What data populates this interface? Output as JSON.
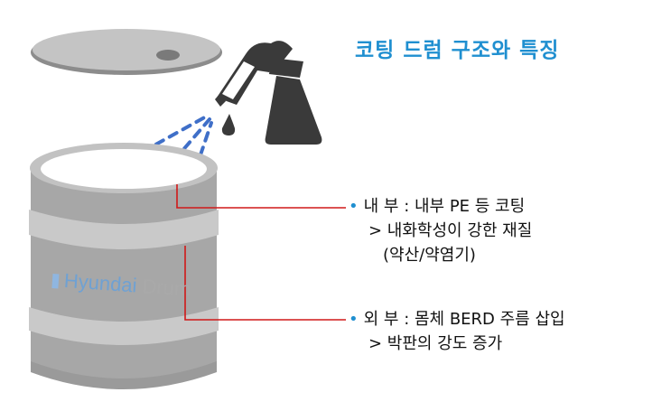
{
  "title": "코팅 드럼 구조와 특징",
  "brand": {
    "name": "Hyundai",
    "suffix": "Drum"
  },
  "inner": {
    "label": "내 부 : 내부 PE 등 코팅",
    "detail1": "> 내화학성이 강한 재질",
    "detail2": "(약산/약염기)"
  },
  "outer": {
    "label": "외 부 : 몸체 BERD 주름 삽입",
    "detail1": "> 박판의 강도 증가"
  },
  "colors": {
    "title": "#1f8fd0",
    "bullet": "#1f8fd0",
    "leader_line": "#d01818",
    "spray": "#3f6fc8",
    "drum_body": "#a7a7a7",
    "drum_band": "#c9c9c9",
    "bottle": "#3a3a3a"
  },
  "icons": [
    "drum-lid",
    "spray-bottle",
    "spray-droplet",
    "coated-drum"
  ]
}
